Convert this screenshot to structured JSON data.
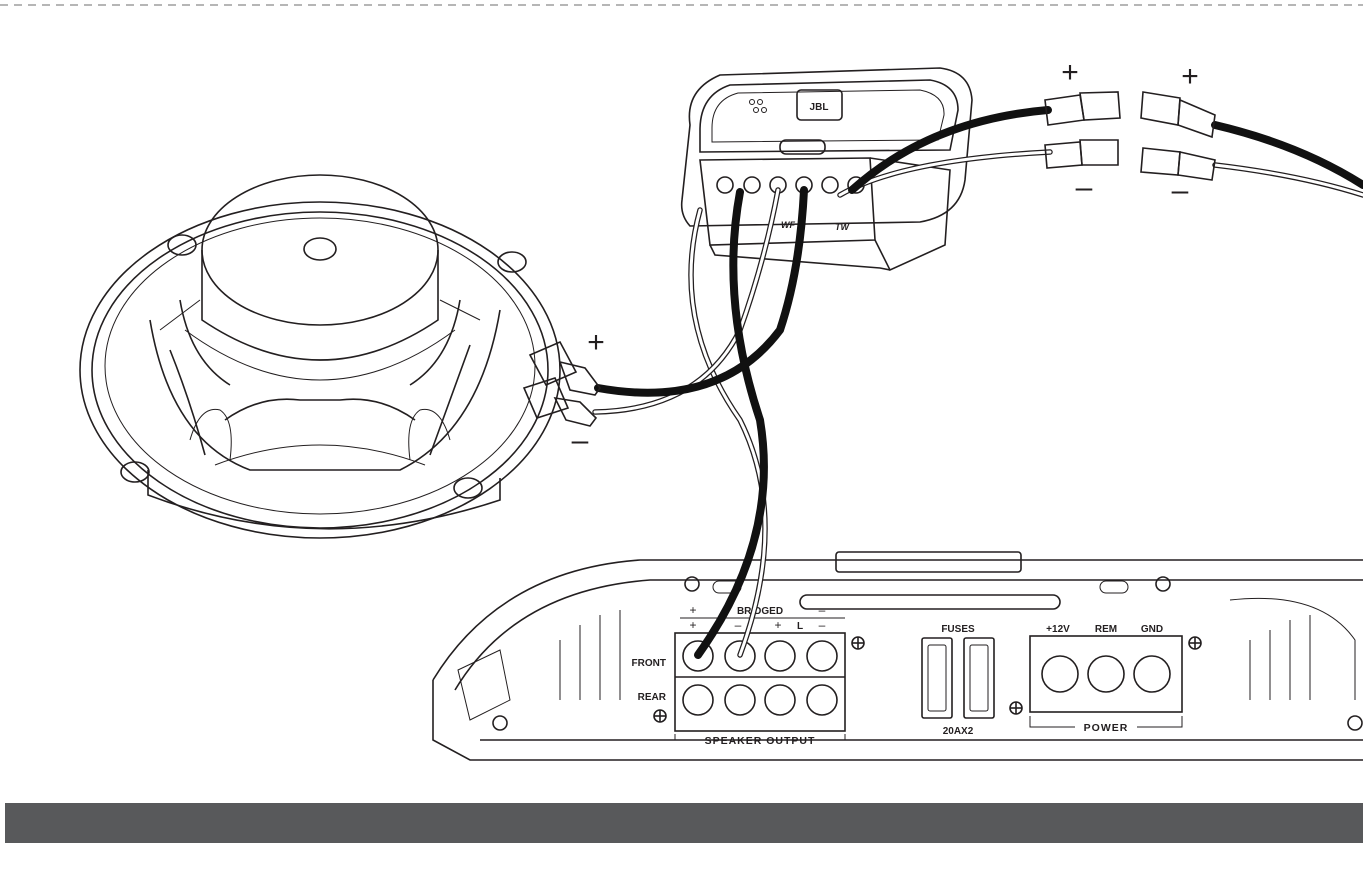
{
  "colors": {
    "line": "#231f20",
    "black_wire": "#111111",
    "bottom_bar": "#58595b",
    "dash": "#8a8a8a"
  },
  "crossover": {
    "brand": "JBL",
    "terminal_labels": {
      "wf": "WF",
      "tw": "TW"
    }
  },
  "connectors": {
    "woofer": {
      "plus": "+",
      "minus": "–"
    },
    "tweeter_left": {
      "plus": "+",
      "minus": "–"
    },
    "tweeter_right": {
      "plus": "+",
      "minus": "–"
    }
  },
  "amplifier": {
    "speaker_output": {
      "bridged_label": "BRIDGED",
      "top_plus": "+",
      "top_minus": "–",
      "row_labels": [
        "+",
        "–",
        "+",
        "L",
        "–"
      ],
      "front_label": "FRONT",
      "rear_label": "REAR",
      "group_label": "SPEAKER OUTPUT"
    },
    "fuses": {
      "label": "FUSES",
      "rating": "20AX2"
    },
    "power": {
      "terminals": [
        "+12V",
        "REM",
        "GND"
      ],
      "group_label": "POWER"
    }
  }
}
